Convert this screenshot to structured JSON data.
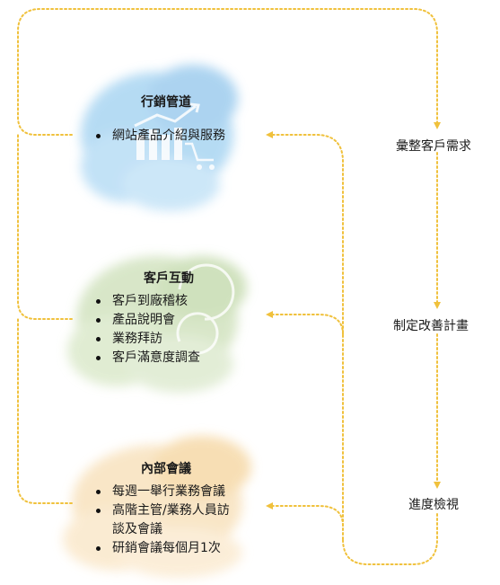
{
  "colors": {
    "flow_line": "#F0C13C",
    "blue_cloud": "#9FCFEF",
    "green_cloud": "#C9DDB3",
    "orange_cloud": "#F7DDB4"
  },
  "sections": [
    {
      "title": "行銷管道",
      "icon": "chart-cart-icon",
      "items": [
        "網站產品介紹與服務"
      ]
    },
    {
      "title": "客戶互動",
      "icon": "refresh-cycle-icon",
      "items": [
        "客戶到廠稽核",
        "產品說明會",
        "業務拜訪",
        "客戶滿意度調查"
      ]
    },
    {
      "title": "內部會議",
      "items": [
        "每週一舉行業務會議",
        "高階主管/業務人員訪",
        "談及會議",
        "研銷會議每個月1次"
      ]
    }
  ],
  "steps": [
    "彙整客戶需求",
    "制定改善計畫",
    "進度檢視"
  ]
}
